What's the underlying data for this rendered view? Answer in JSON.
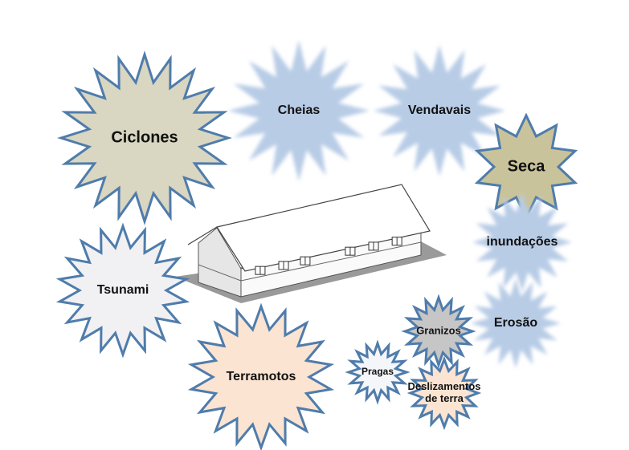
{
  "title": "Perigos naturais que afetam edifícios escolares",
  "colors": {
    "stroke": "#4f7cab",
    "soft_blue": "#b8cce6",
    "beige": "#d9d6c2",
    "khaki": "#c9c39c",
    "light_gray": "#f1f1f3",
    "peach": "#fbe4d2",
    "gray": "#c6c6c6"
  },
  "hazards": [
    {
      "id": "ciclones",
      "label": "Ciclones"
    },
    {
      "id": "cheias",
      "label": "Cheias"
    },
    {
      "id": "vendavais",
      "label": "Vendavais"
    },
    {
      "id": "seca",
      "label": "Seca"
    },
    {
      "id": "inundacoes",
      "label": "inundações"
    },
    {
      "id": "erosao",
      "label": "Erosão"
    },
    {
      "id": "tsunami",
      "label": "Tsunami"
    },
    {
      "id": "terramotos",
      "label": "Terramotos"
    },
    {
      "id": "granizos",
      "label": "Granizos"
    },
    {
      "id": "pragas",
      "label": "Pragas"
    },
    {
      "id": "deslizamentos",
      "label": "Deslizamentos",
      "label2": "de terra"
    }
  ]
}
